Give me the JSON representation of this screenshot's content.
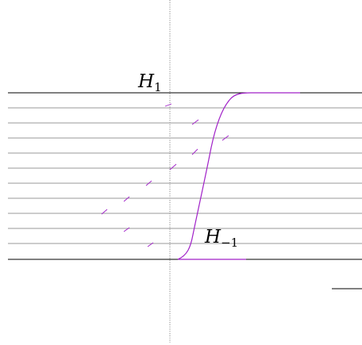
{
  "labels": {
    "top": {
      "base": "H",
      "sub": "1"
    },
    "bottom": {
      "base": "H",
      "sub": "−1"
    }
  },
  "colors": {
    "curve": "#a020c8",
    "boundary_line": "#000000",
    "level_line": "#9a9a9a",
    "axis": "#8a8a8a",
    "background": "#ffffff"
  },
  "level_lines": {
    "count_between_boundaries": 10
  }
}
